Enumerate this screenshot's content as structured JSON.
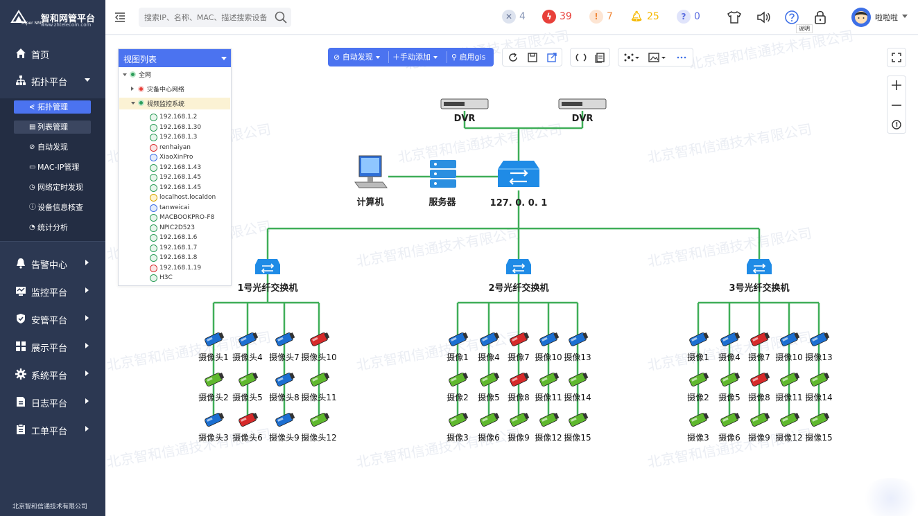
{
  "app": {
    "logo_name": "智和网管平台",
    "logo_en": "Super NMS",
    "logo_url": "www.zhtelecom.com",
    "company": "北京智和信通技术有限公司",
    "watermark": "北京智和信通技术有限公司"
  },
  "nav": {
    "items": [
      {
        "label": "首页",
        "icon": "home-icon"
      },
      {
        "label": "拓扑平台",
        "icon": "topology-icon",
        "expanded": true
      },
      {
        "label": "告警中心",
        "icon": "bell-icon"
      },
      {
        "label": "监控平台",
        "icon": "monitor-icon"
      },
      {
        "label": "安管平台",
        "icon": "shield-icon"
      },
      {
        "label": "展示平台",
        "icon": "grid-icon"
      },
      {
        "label": "系统平台",
        "icon": "gear-icon"
      },
      {
        "label": "日志平台",
        "icon": "document-icon"
      },
      {
        "label": "工单平台",
        "icon": "clipboard-icon"
      }
    ],
    "sub": [
      {
        "label": "拓扑管理",
        "icon": "share-icon"
      },
      {
        "label": "列表管理",
        "icon": "list-icon"
      },
      {
        "label": "自动发现",
        "icon": "compass-icon"
      },
      {
        "label": "MAC-IP管理",
        "icon": "mac-icon"
      },
      {
        "label": "网络定时发现",
        "icon": "clock-icon"
      },
      {
        "label": "设备信息核查",
        "icon": "info-icon"
      },
      {
        "label": "统计分析",
        "icon": "pie-icon"
      }
    ]
  },
  "topbar": {
    "search_placeholder": "搜索IP、名称、MAC、描述搜索设备",
    "stats": [
      {
        "value": "4",
        "color": "#8a98b8",
        "icon": "x-icon"
      },
      {
        "value": "39",
        "color": "#e8403a",
        "icon": "bolt-icon"
      },
      {
        "value": "7",
        "color": "#f08a3c",
        "icon": "exclamation-icon"
      },
      {
        "value": "25",
        "color": "#f5b800",
        "icon": "bell-alert-icon"
      },
      {
        "value": "0",
        "color": "#5b6de0",
        "icon": "question-icon"
      }
    ],
    "help_tip": "说明",
    "username": "啦啦啦"
  },
  "view_list": {
    "title": "视图列表",
    "root": "全网",
    "groups": [
      "灾备中心网络",
      "视频监控系统"
    ],
    "devices": [
      {
        "name": "192.168.1.2",
        "state": "green"
      },
      {
        "name": "192.168.1.30",
        "state": "green"
      },
      {
        "name": "192.168.1.3",
        "state": "green"
      },
      {
        "name": "renhaiyan",
        "state": "red"
      },
      {
        "name": "XiaoXinPro",
        "state": "blue"
      },
      {
        "name": "192.168.1.43",
        "state": "green"
      },
      {
        "name": "192.168.1.45",
        "state": "green"
      },
      {
        "name": "192.168.1.45",
        "state": "green"
      },
      {
        "name": "localhost.localdon",
        "state": "yel"
      },
      {
        "name": "tanweicai",
        "state": "blue"
      },
      {
        "name": "MACBOOKPRO-F8",
        "state": "green"
      },
      {
        "name": "NPIC2D523",
        "state": "green"
      },
      {
        "name": "192.168.1.6",
        "state": "green"
      },
      {
        "name": "192.168.1.7",
        "state": "green"
      },
      {
        "name": "192.168.1.8",
        "state": "green"
      },
      {
        "name": "192.168.1.19",
        "state": "red"
      },
      {
        "name": "H3C",
        "state": "green"
      }
    ]
  },
  "toolbar": {
    "auto_discover": "自动发现",
    "manual_add": "手动添加",
    "enable_gis": "启用gis"
  },
  "topology": {
    "dvr": [
      "DVR",
      "DVR"
    ],
    "computer": "计算机",
    "server": "服务器",
    "core": "127. 0. 0. 1",
    "switches": [
      "1号光纤交换机",
      "2号光纤交换机",
      "3号光纤交换机"
    ],
    "cameras": [
      [
        [
          "摄像头1",
          "blue"
        ],
        [
          "摄像头4",
          "blue"
        ],
        [
          "摄像头7",
          "blue"
        ],
        [
          "摄像头10",
          "red"
        ],
        [
          "摄像头2",
          "green"
        ],
        [
          "摄像头5",
          "green"
        ],
        [
          "摄像头8",
          "blue"
        ],
        [
          "摄像头11",
          "green"
        ],
        [
          "摄像头3",
          "blue"
        ],
        [
          "摄像头6",
          "red"
        ],
        [
          "摄像头9",
          "blue"
        ],
        [
          "摄像头12",
          "green"
        ]
      ],
      [
        [
          "摄像1",
          "blue"
        ],
        [
          "摄像4",
          "blue"
        ],
        [
          "摄像7",
          "red"
        ],
        [
          "摄像10",
          "blue"
        ],
        [
          "摄像13",
          "blue"
        ],
        [
          "摄像2",
          "green"
        ],
        [
          "摄像5",
          "green"
        ],
        [
          "摄像8",
          "red"
        ],
        [
          "摄像11",
          "green"
        ],
        [
          "摄像14",
          "green"
        ],
        [
          "摄像3",
          "green"
        ],
        [
          "摄像6",
          "green"
        ],
        [
          "摄像9",
          "green"
        ],
        [
          "摄像12",
          "green"
        ],
        [
          "摄像15",
          "green"
        ]
      ],
      [
        [
          "摄像1",
          "blue"
        ],
        [
          "摄像4",
          "blue"
        ],
        [
          "摄像7",
          "red"
        ],
        [
          "摄像10",
          "blue"
        ],
        [
          "摄像13",
          "blue"
        ],
        [
          "摄像2",
          "green"
        ],
        [
          "摄像5",
          "green"
        ],
        [
          "摄像8",
          "red"
        ],
        [
          "摄像11",
          "green"
        ],
        [
          "摄像14",
          "green"
        ],
        [
          "摄像3",
          "green"
        ],
        [
          "摄像6",
          "green"
        ],
        [
          "摄像9",
          "green"
        ],
        [
          "摄像12",
          "green"
        ],
        [
          "摄像15",
          "green"
        ]
      ]
    ]
  },
  "colors": {
    "accent": "#4b73f0",
    "link": "#3fae58",
    "sidebar": "#2c3852"
  }
}
